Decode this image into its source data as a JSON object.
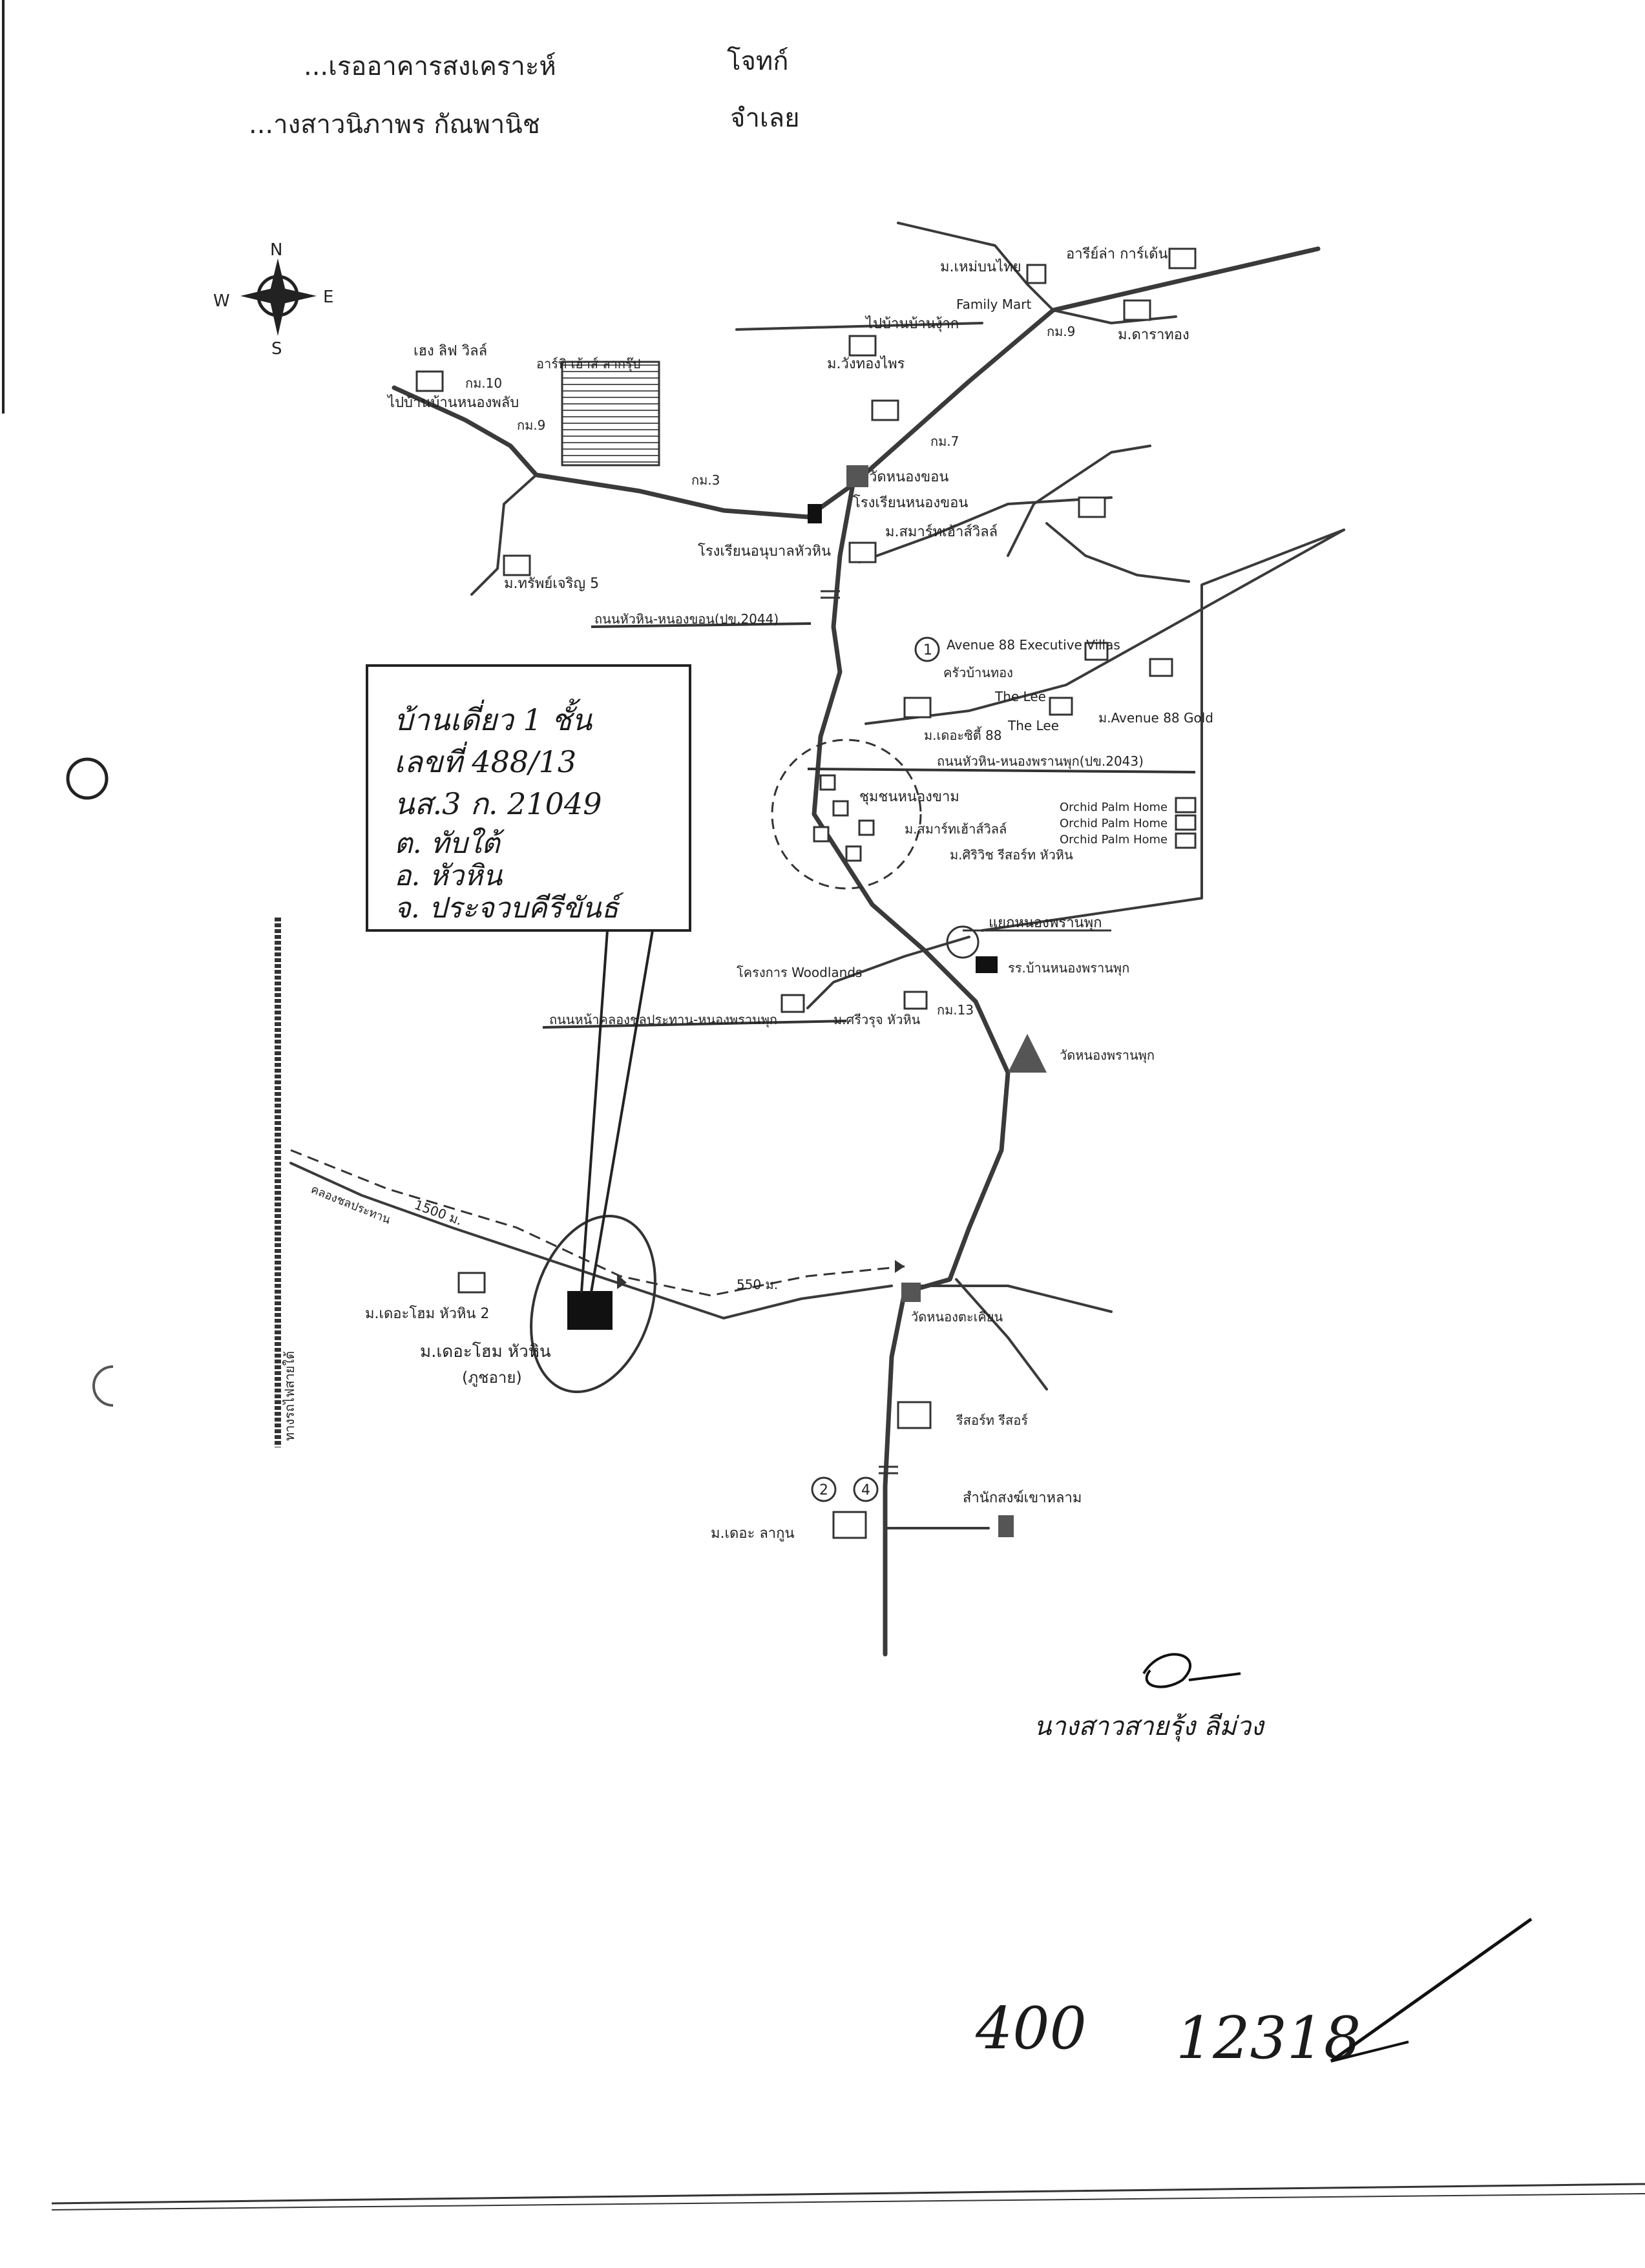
{
  "header": {
    "plaintiff_label": "...เรออาคารสงเคราะห์",
    "plaintiff_role": "โจทก์",
    "defendant_label": "...างสาวนิภาพร กัณพานิช",
    "defendant_role": "จำเลย"
  },
  "compass": {
    "north": "N",
    "south": "S",
    "east": "E",
    "west": "W"
  },
  "callout": {
    "lines": [
      "บ้านเดี่ยว 1 ชั้น",
      "เลขที่ 488/13",
      "นส.3 ก. 21049",
      "ต. ทับใต้",
      "อ. หัวหิน",
      "จ. ประจวบคีรีขันธ์"
    ]
  },
  "map_labels": {
    "aa_resort": "อารีย์ล่า การ์เด้น",
    "village_top": "ม.เหม่บนไทย",
    "family_mart": "Family Mart",
    "mk_road": "ไปบ้านบ้านงุ้าก",
    "watthai": "ม.วังทองไพร",
    "mtop_right": "ม.ดาราทอง",
    "km9": "กม.9",
    "km7": "กม.7",
    "km3": "กม.3",
    "km10": "กม.10",
    "chevy": "เฮง ลิฟ วิลล์",
    "arts": "อาร์ทิ เฮ้าส์ ลากรุ๊ป",
    "road_left": "ไปบ้านบ้านหนองพลับ",
    "km9b": "กม.9",
    "temple_nongkhon": "วัดหนองขอน",
    "school_nongkhon": "โรงเรียนหนองขอน",
    "hospital": "โรงเรียนอนุบาลหัวหิน",
    "msmart": "ม.สมาร์ทเฮ้าส์วิลล์",
    "mkhao": "ม.ทรัพย์เจริญ 5",
    "road_2044": "ถนนหัวหิน-หนองขอน(ปข.2044)",
    "avenue88": "Avenue 88 Executive Villas",
    "kr": "ครัวบ้านทอง",
    "the_lee": "The Lee",
    "the_lee2": "The Lee",
    "avenue_gold": "ม.Avenue 88 Gold",
    "mthree": "ม.เดอะซิตี้ 88",
    "road_2043": "ถนนหัวหิน-หนองพรานพุก(ปข.2043)",
    "community": "ชุมชนหนองขาม",
    "orchid1": "Orchid Palm Home",
    "orchid2": "Orchid Palm Home",
    "orchid3": "Orchid Palm Home",
    "msmart2": "ม.สมาร์ทเฮ้าส์วิลล์",
    "msiri": "ม.ศิริวิช รีสอร์ท หัวหิน",
    "intersection": "แยกหนองพรานพุก",
    "school2": "รร.บ้านหนองพรานพุก",
    "woodlands": "โครงการ Woodlands",
    "road_bottom": "ถนนหน้าคลองชลประทาน-หนองพรานพุก",
    "msri": "ม.ศรีวรุจ หัวหิน",
    "km13": "กม.13",
    "temple_nongphran": "วัดหนองพรานพุก",
    "route_dist1": "1500 ม.",
    "route_dist2": "550 ม.",
    "canal": "คลองชลประทาน",
    "mhome_left": "ม.เดอะโฮม หัวหิน 2",
    "mhome_target": "ม.เดอะโฮม หัวหิน",
    "mhome_sub": "(ภูชอาย)",
    "watlower": "วัดหนองตะเคียน",
    "resort_low": "รีสอร์ท รีสอร์",
    "mdeo": "ม.เดอะ ลากูน",
    "temple_low": "สำนักสงฆ์เขาหลาม",
    "rail": "ทางรถไฟสายใต้",
    "marker1": "1",
    "marker2": "2",
    "marker4": "4"
  },
  "signature": {
    "name": "นางสาวสายรุ้ง ลีม่วง"
  },
  "footer_note": {
    "text1": "400",
    "text2": "12318"
  }
}
